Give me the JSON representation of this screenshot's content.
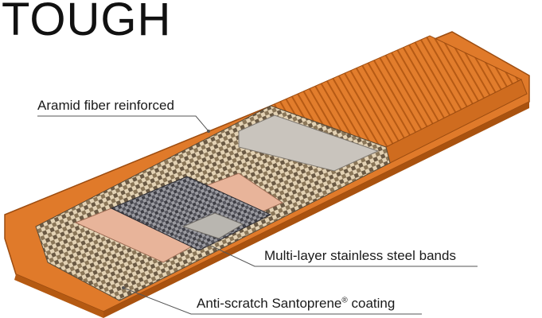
{
  "title": "TOUGH",
  "labels": {
    "aramid": "Aramid fiber reinforced",
    "steel": "Multi-layer stainless steel bands",
    "coating_pre": "Anti-scratch Santoprene",
    "coating_reg": "®",
    "coating_post": " coating"
  },
  "colors": {
    "orange": "#e07a2a",
    "orange_dark": "#b55a12",
    "copper": "#e8b49a",
    "steel": "#c9c4bd",
    "weave": "#d9c6a8"
  }
}
